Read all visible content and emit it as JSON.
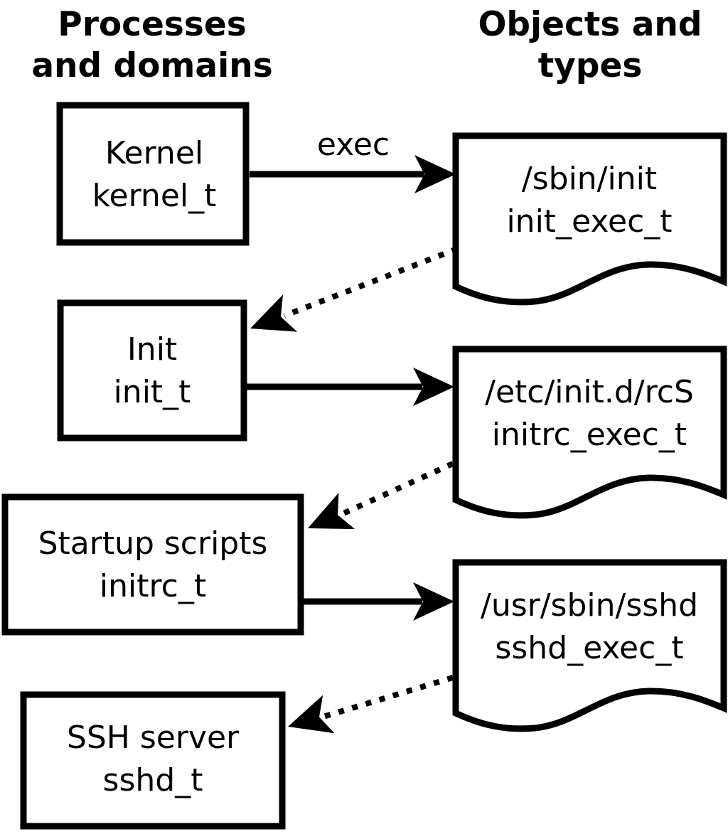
{
  "headers": {
    "left": [
      "Processes",
      "and domains"
    ],
    "right": [
      "Objects and",
      "types"
    ]
  },
  "process_nodes": {
    "kernel": {
      "label": "Kernel",
      "type": "kernel_t"
    },
    "init": {
      "label": "Init",
      "type": "init_t"
    },
    "startup_scripts": {
      "label": "Startup scripts",
      "type": "initrc_t"
    },
    "ssh_server": {
      "label": "SSH server",
      "type": "sshd_t"
    }
  },
  "object_nodes": {
    "sbin_init": {
      "path": "/sbin/init",
      "type": "init_exec_t"
    },
    "etc_initd_rcs": {
      "path": "/etc/init.d/rcS",
      "type": "initrc_exec_t"
    },
    "usr_sbin_sshd": {
      "path": "/usr/sbin/sshd",
      "type": "sshd_exec_t"
    }
  },
  "edges": [
    {
      "from": "Kernel (kernel_t)",
      "to": "/sbin/init (init_exec_t)",
      "style": "solid",
      "label": "exec"
    },
    {
      "from": "/sbin/init (init_exec_t)",
      "to": "Init (init_t)",
      "style": "dotted",
      "label": ""
    },
    {
      "from": "Init (init_t)",
      "to": "/etc/init.d/rcS (initrc_exec_t)",
      "style": "solid",
      "label": ""
    },
    {
      "from": "/etc/init.d/rcS (initrc_exec_t)",
      "to": "Startup scripts (initrc_t)",
      "style": "dotted",
      "label": ""
    },
    {
      "from": "Startup scripts (initrc_t)",
      "to": "/usr/sbin/sshd (sshd_exec_t)",
      "style": "solid",
      "label": ""
    },
    {
      "from": "/usr/sbin/sshd (sshd_exec_t)",
      "to": "SSH server (sshd_t)",
      "style": "dotted",
      "label": ""
    }
  ],
  "colors": {
    "stroke": "#000000",
    "fill": "#ffffff",
    "background": "#ffffff"
  }
}
